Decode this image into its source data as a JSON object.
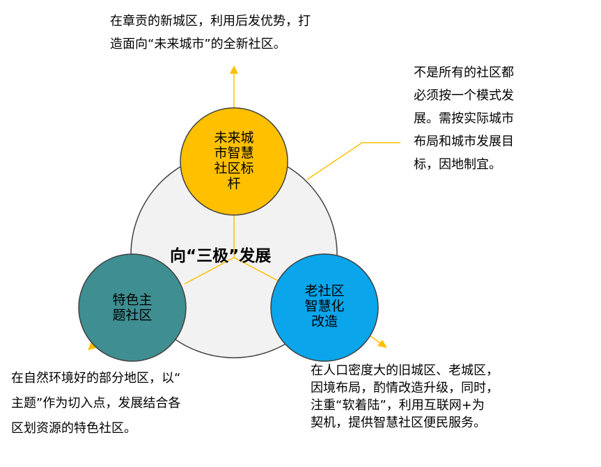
{
  "center": {
    "title": "向“三极”发展"
  },
  "nodes": [
    {
      "id": "future",
      "label_lines": [
        "未来城",
        "市智慧",
        "社区标",
        "杆"
      ],
      "fill": "#FFC000"
    },
    {
      "id": "theme",
      "label_lines": [
        "特色主",
        "题社区"
      ],
      "fill": "#3F8E92"
    },
    {
      "id": "old",
      "label_lines": [
        "老社区",
        "智慧化",
        "改造"
      ],
      "fill": "#0AA5EA"
    }
  ],
  "notes": {
    "top": [
      "在章贡的新城区，利用后发优势，打",
      "造面向“未来城市”的全新社区。"
    ],
    "right": [
      "不是所有的社区都",
      "必须按一个模式发",
      "展。需按实际城市",
      "布局和城市发展目",
      "标，因地制宜。"
    ],
    "bottom_left": [
      "在自然环境好的部分地区，以“",
      "主题”作为切入点，发展结合各",
      "区划资源的特色社区。"
    ],
    "bottom_right": [
      "在人口密度大的旧城区、老城区，",
      "因境布局，酌情改造升级，同时，",
      "注重“软着陆”，利用互联网+为",
      "契机，提供智慧社区便民服务。"
    ]
  },
  "colors": {
    "connector": "#FFC000",
    "big_circle": "#F2F2F2",
    "border": "#404040"
  }
}
